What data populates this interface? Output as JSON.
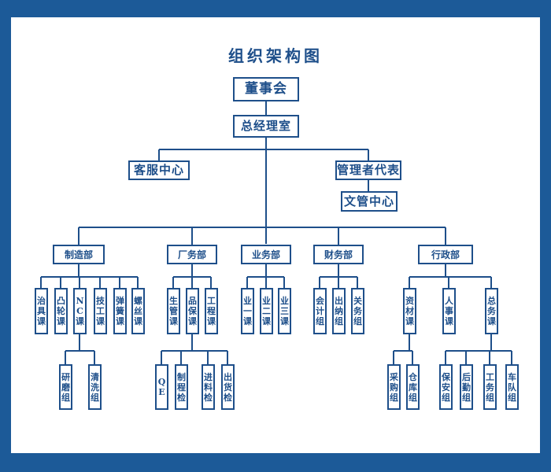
{
  "title": "组织架构图",
  "colors": {
    "frame": "#1c5a98",
    "line": "#1e4f8a",
    "box_border": "#1e4f8a",
    "text": "#1e4f8a"
  },
  "nodes": {
    "board": "董事会",
    "gm_office": "总经理室",
    "customer_service": "客服中心",
    "mgmt_rep": "管理者代表",
    "doc_center": "文管中心",
    "manufacturing": "制造部",
    "factory": "厂务部",
    "business": "业务部",
    "finance": "财务部",
    "admin": "行政部",
    "fixture": "治具课",
    "cam": "凸轮课",
    "nc": "NC课",
    "tech": "技工课",
    "spring": "弹簧课",
    "screw": "螺丝课",
    "production_control": "生管课",
    "qa": "品保课",
    "engineering": "工程课",
    "sales1": "业一课",
    "sales2": "业二课",
    "sales3": "业三课",
    "accounting": "会计组",
    "cashier": "出纳组",
    "customs": "关务组",
    "materials": "资材课",
    "hr": "人事课",
    "general_affairs": "总务课",
    "grinding": "研磨组",
    "cleaning": "清洗组",
    "qe": "QE",
    "process_check": "制程检",
    "incoming_check": "进料检",
    "outgoing_check": "出货检",
    "purchasing": "采购组",
    "warehouse": "仓库组",
    "security": "保安组",
    "logistics": "后勤组",
    "works": "工务组",
    "fleet": "车队组"
  }
}
